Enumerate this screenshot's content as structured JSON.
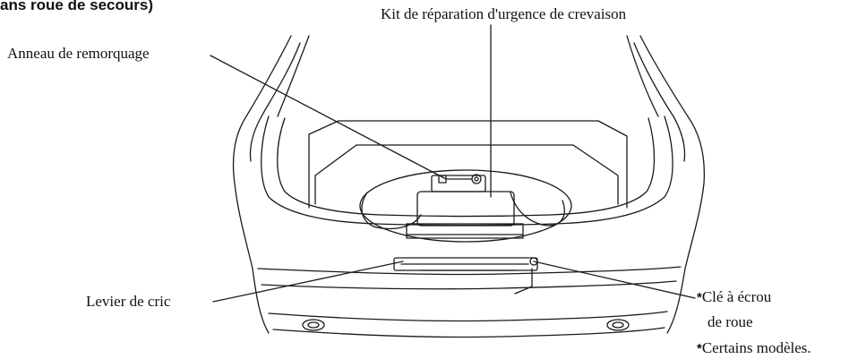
{
  "header": {
    "text": "ans roue de secours)"
  },
  "labels": {
    "repair_kit": "Kit de réparation d'urgence de crevaison",
    "tow_ring": "Anneau de remorquage",
    "jack_lever": "Levier de cric",
    "lug_wrench_line1": "Clé à écrou",
    "lug_wrench_line2": "de roue",
    "footnote": "Certains modèles."
  },
  "asterisk": "*",
  "colors": {
    "line": "#1a1a1a",
    "background": "#ffffff"
  }
}
